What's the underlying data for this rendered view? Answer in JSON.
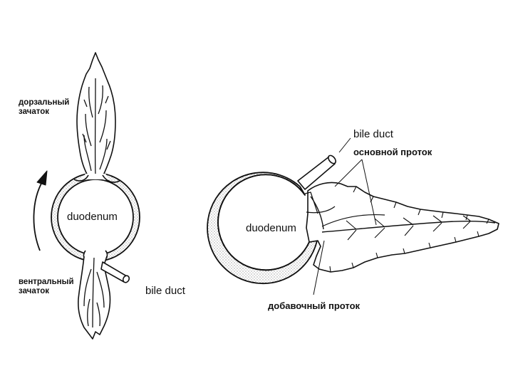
{
  "left_diagram": {
    "dorsal_bud_label": [
      "дорзальный",
      "зачаток"
    ],
    "duodenum_label": "duodenum",
    "ventral_bud_label": [
      "вентральный",
      "зачаток"
    ],
    "bile_duct_label": "bile duct"
  },
  "right_diagram": {
    "bile_duct_label": "bile duct",
    "main_duct_label": "основной проток",
    "duodenum_label": "duodenum",
    "accessory_duct_label": "добавочный проток"
  },
  "colors": {
    "line": "#111111",
    "background": "#ffffff",
    "stipple": "#444444"
  }
}
